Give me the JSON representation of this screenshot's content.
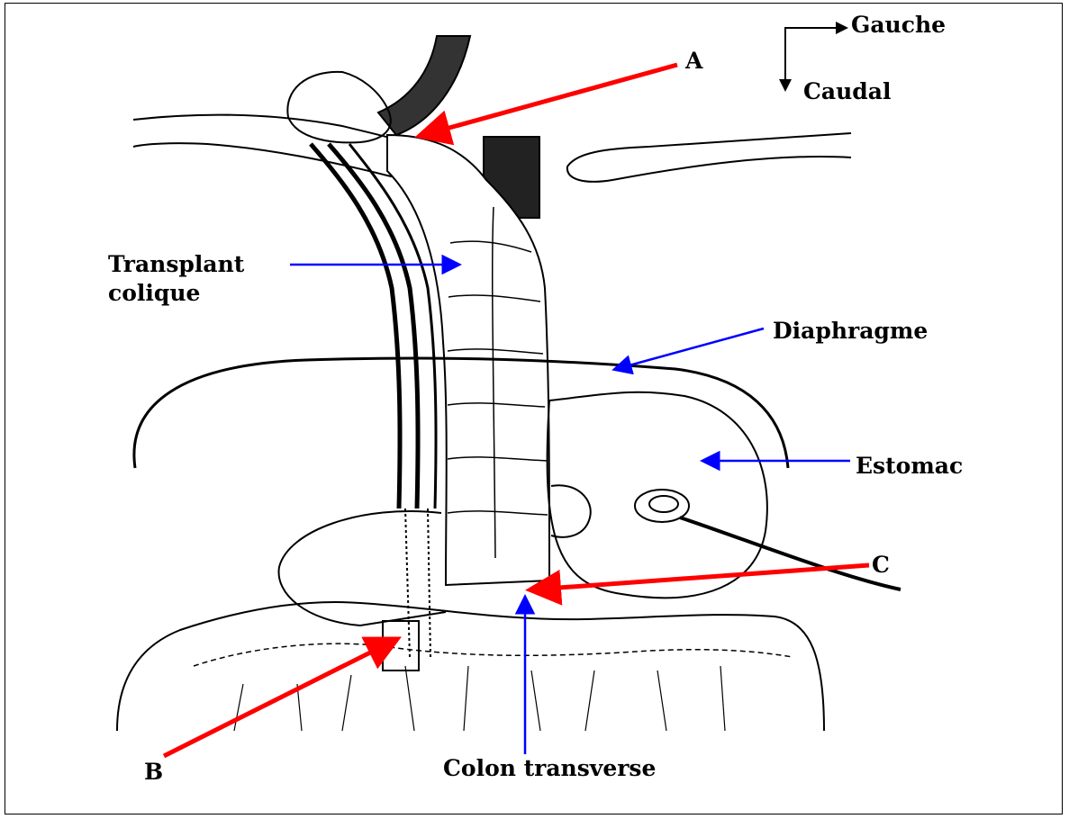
{
  "orientation": {
    "horizontal_label": "Gauche",
    "vertical_label": "Caudal"
  },
  "labels": {
    "a": "A",
    "b": "B",
    "c": "C",
    "transplant_line1": "Transplant",
    "transplant_line2": "colique",
    "diaphragme": "Diaphragme",
    "estomac": "Estomac",
    "colon_transverse": "Colon transverse"
  },
  "colors": {
    "red_arrow": "#ff0000",
    "blue_arrow": "#0000ff",
    "ink": "#000000"
  }
}
